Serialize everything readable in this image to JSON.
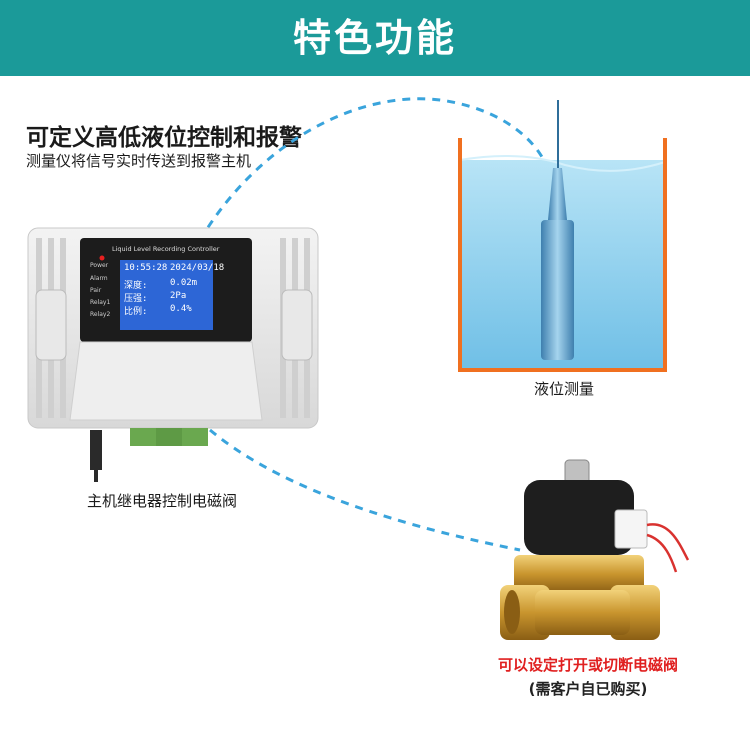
{
  "banner": {
    "title": "特色功能"
  },
  "heading": "可定义高低液位控制和报警",
  "subheading": "测量仪将信号实时传送到报警主机",
  "device": {
    "caption": "Liquid Level Recording Controller",
    "indicators": [
      "Power",
      "Alarm",
      "Pair",
      "Relay1",
      "Relay2"
    ],
    "screen": {
      "time": "10:55:28",
      "date": "2024/03/18",
      "rows": [
        {
          "label": "深度:",
          "value": "0.02m"
        },
        {
          "label": "压强:",
          "value": "2Pa"
        },
        {
          "label": "比例:",
          "value": "0.4%"
        }
      ]
    }
  },
  "labels": {
    "level_measure": "液位测量",
    "relay_valve": "主机继电器控制电磁阀"
  },
  "valve_note": {
    "line1": "可以设定打开或切断电磁阀",
    "line2": "(需客户自已购买)"
  },
  "colors": {
    "banner": "#1b9a99",
    "water": "#8fd0ef",
    "tank": "#f07020",
    "screen": "#2d66d6",
    "dash": "#3aa4dc",
    "note_red": "#e02020"
  }
}
